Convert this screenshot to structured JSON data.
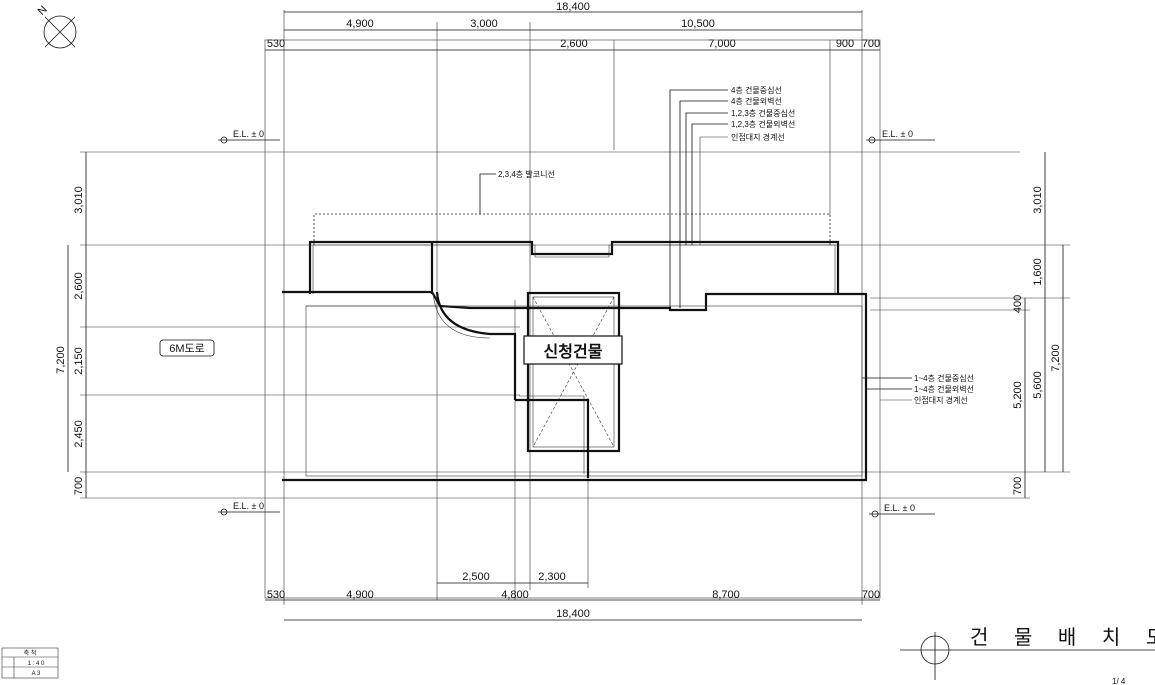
{
  "north_label": "N",
  "top_dims": {
    "overall": "18,400",
    "row1": [
      "4,900",
      "3,000",
      "10,500"
    ],
    "row2": [
      "2,600",
      "7,000"
    ],
    "left_margin": "530",
    "right_small": "900",
    "right_margin": "700"
  },
  "bottom_dims": {
    "row1": [
      "2,500",
      "2,300"
    ],
    "row2": [
      "4,900",
      "4,800",
      "8,700"
    ],
    "left_margin": "530",
    "right_margin": "700",
    "overall": "18,400"
  },
  "left_dims": {
    "outer": "7,200",
    "inner": [
      "3,010",
      "2,600",
      "2,150",
      "2,450",
      "700"
    ]
  },
  "right_dims": {
    "col1": [
      "400",
      "5,200",
      "700"
    ],
    "col2": [
      "3,010",
      "1,600",
      "5,600"
    ],
    "col3": "7,200"
  },
  "elevation_marks": [
    "E.L. ± 0",
    "E.L. ± 0",
    "E.L. ± 0",
    "E.L. ± 0"
  ],
  "annotations_top": [
    "4층 건물중심선",
    "4층 건물외벽선",
    "1,2,3층 건물중심선",
    "1,2,3층 건물외벽선",
    "인접대지 경계선"
  ],
  "annotation_balcony": "2,3,4층 발코니선",
  "annotations_right": [
    "1~4층 건물중심선",
    "1~4층 건물외벽선",
    "인접대지 경계선"
  ],
  "road_label": "6M도로",
  "building_label": "신청건물",
  "title": "건 물 배 치 도",
  "scale_box": {
    "header": "축 척",
    "row1": "1 : 4 0",
    "row2": "A 3"
  },
  "corner_fragment": "1/ 4"
}
